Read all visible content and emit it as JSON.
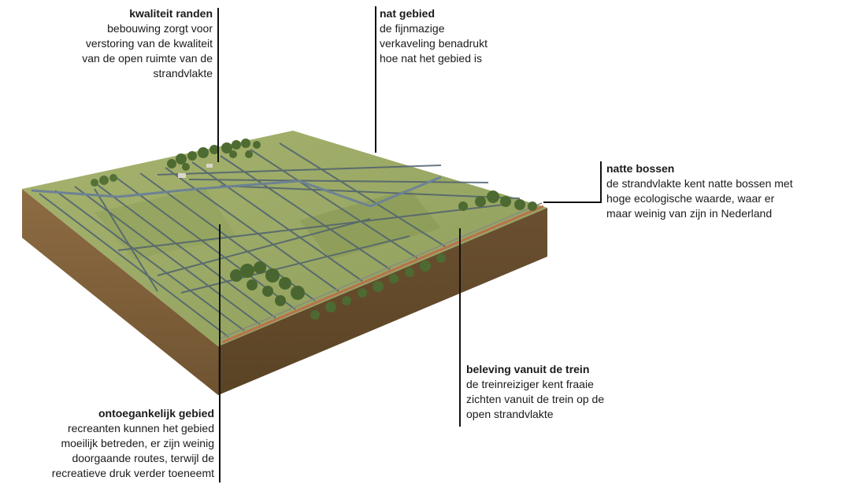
{
  "annotations": {
    "kwaliteit_randen": {
      "title": "kwaliteit randen",
      "lines": [
        "bebouwing zorgt voor",
        "verstoring van de kwaliteit",
        "van de open ruimte van de",
        "strandvlakte"
      ]
    },
    "nat_gebied": {
      "title": "nat gebied",
      "lines": [
        "de fijnmazige",
        "verkaveling benadrukt",
        "hoe nat het gebied is"
      ]
    },
    "natte_bossen": {
      "title": "natte bossen",
      "lines": [
        "de strandvlakte kent natte bossen met",
        "hoge ecologische waarde, waar er",
        "maar weinig van zijn in Nederland"
      ]
    },
    "beleving_trein": {
      "title": "beleving vanuit de trein",
      "lines": [
        "de treinreiziger kent fraaie",
        "zichten vanuit de trein op de",
        "open strandvlakte"
      ]
    },
    "ontoegankelijk": {
      "title": "ontoegankelijk gebied",
      "lines": [
        "recreanten kunnen het gebied",
        "moeilijk betreden, er zijn weinig",
        "doorgaande routes, terwijl de",
        "recreatieve druk verder toeneemt"
      ]
    }
  },
  "colors": {
    "grass": "#9fae6a",
    "grass_dark": "#7f9151",
    "ditch": "#4f6170",
    "soil_front": "#6e5433",
    "soil_side": "#8b6a40",
    "trees": "#4e6b31",
    "rail": "#b9714f"
  }
}
